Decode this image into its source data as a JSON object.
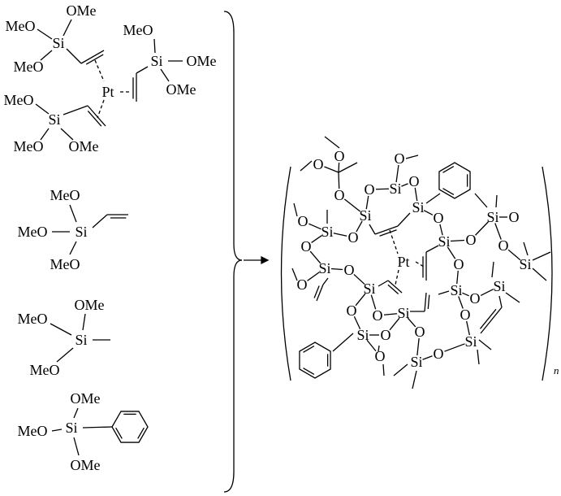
{
  "pt_complex": {
    "labels": [
      "OMe",
      "MeO",
      "Si",
      "MeO",
      "MeO",
      "Si",
      "OMe",
      "OMe",
      "Pt",
      "MeO",
      "Si",
      "MeO",
      "OMe"
    ]
  },
  "vinyltrimethoxysilane": {
    "labels": [
      "MeO",
      "MeO",
      "Si",
      "MeO"
    ]
  },
  "methyltrimethoxysilane": {
    "labels": [
      "OMe",
      "MeO",
      "Si",
      "MeO"
    ]
  },
  "phenyltrimethoxysilane": {
    "labels": [
      "OMe",
      "MeO",
      "Si",
      "OMe"
    ]
  },
  "product": {
    "labels": [
      "O",
      "O",
      "O",
      "O",
      "Si",
      "O",
      "Si",
      "Si",
      "O",
      "O",
      "Si",
      "O",
      "O",
      "Si",
      "O",
      "O",
      "Pt",
      "O",
      "Si",
      "O",
      "Si",
      "O",
      "O",
      "Si",
      "O",
      "Si",
      "Si",
      "O",
      "Si",
      "O",
      "O",
      "Si",
      "O",
      "O",
      "Si",
      "O",
      "Si",
      "O",
      "O",
      "Si"
    ],
    "subscript": "n"
  }
}
